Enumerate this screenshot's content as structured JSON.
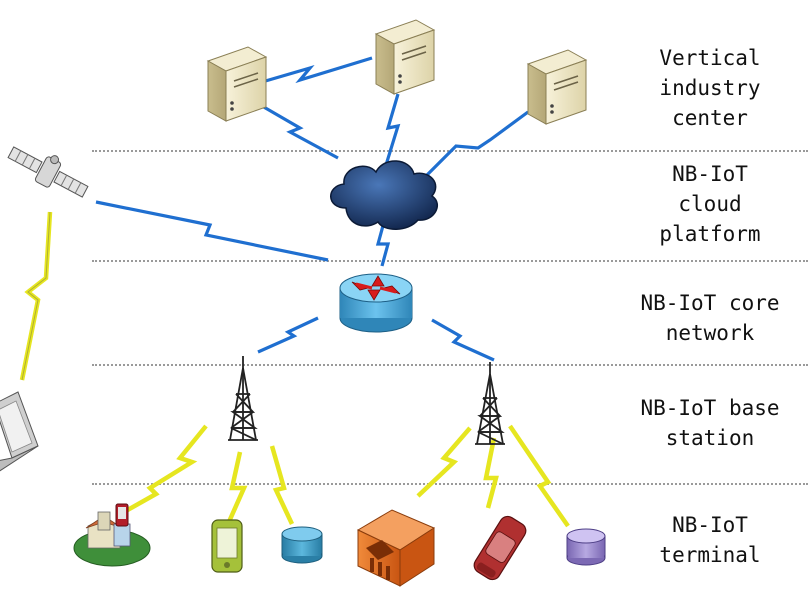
{
  "layers": [
    {
      "id": "vertical",
      "label": "Vertical\nindustry\ncenter"
    },
    {
      "id": "cloud",
      "label": "NB-IoT\ncloud\nplatform"
    },
    {
      "id": "core",
      "label": "NB-IoT core\nnetwork"
    },
    {
      "id": "base",
      "label": "NB-IoT base\nstation"
    },
    {
      "id": "terminal",
      "label": "NB-IoT\nterminal"
    }
  ],
  "colors": {
    "link_blue": "#1f6fd0",
    "link_yellow": "#e6e620",
    "server_body": "#efe8c8",
    "cloud": "#1e3a6b",
    "router": "#5fb7e6",
    "router_arrows": "#d81b1b",
    "tower": "#222222",
    "house": "#e66f1f",
    "car": "#b03030",
    "phone": "#a5c13a",
    "db_blue": "#3e9cc4",
    "db_purple": "#9a88cc",
    "divider": "#9a9a9a"
  },
  "icons": {
    "servers": "server-icon",
    "cloud": "cloud-icon",
    "router": "router-icon",
    "satellite": "satellite-icon",
    "laptop": "laptop-icon",
    "towers": "cell-tower-icon",
    "terminals": [
      "smart-home-icon",
      "smartphone-icon",
      "database-icon",
      "building-icon",
      "car-icon",
      "database-icon"
    ]
  }
}
